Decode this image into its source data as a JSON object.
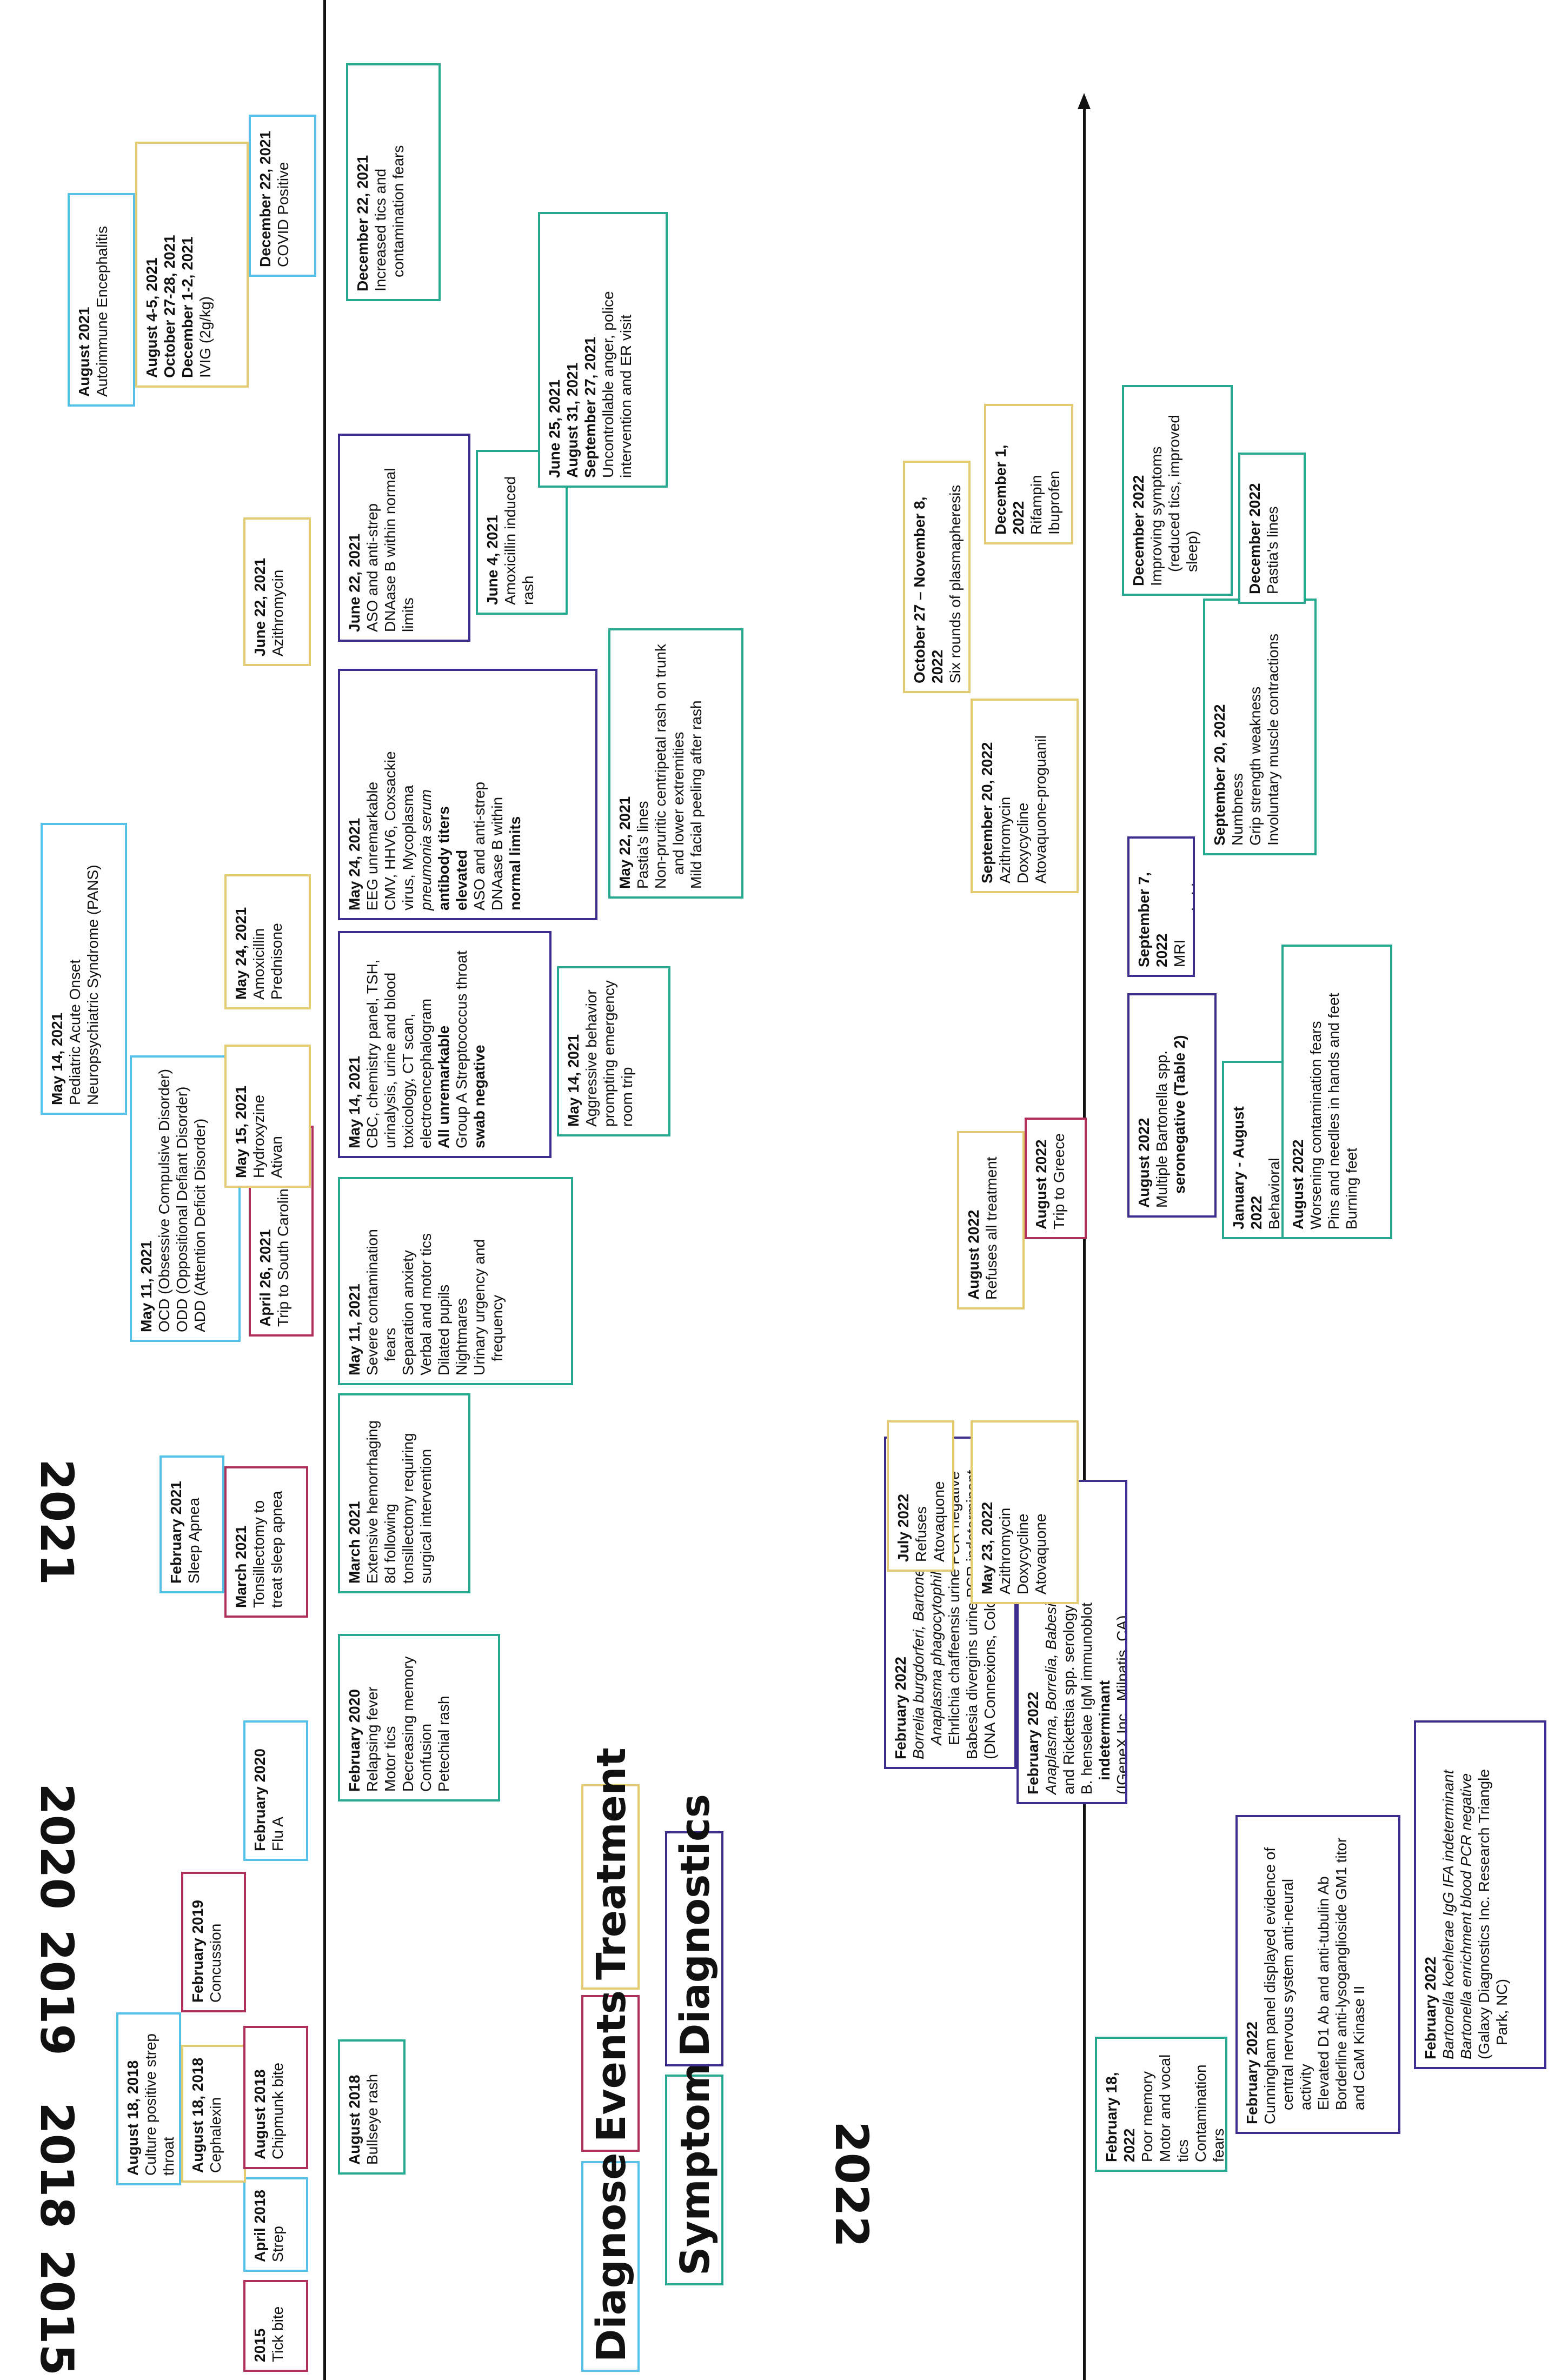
{
  "colors": {
    "diagnoses": "#55c1e8",
    "events": "#b0305c",
    "treatment": "#e2cb72",
    "symptoms": "#27a891",
    "diagnostics": "#3d2d8e"
  },
  "years": [
    "2015",
    "2018",
    "2019",
    "2020",
    "2021",
    "2022"
  ],
  "legend": {
    "diagnoses": "Diagnoses",
    "events": "Events",
    "treatment": "Treatment",
    "symptoms": "Symptoms",
    "diagnostics": "Diagnostics"
  },
  "boxes": {
    "b2015": {
      "date": "2015",
      "lines": [
        "Tick bite"
      ]
    },
    "apr2018": {
      "date": "April 2018",
      "lines": [
        "Strep"
      ]
    },
    "aug2018_strep": {
      "date": "August 18, 2018",
      "lines": [
        "Culture positive strep throat"
      ]
    },
    "aug2018_ceph": {
      "date": "August 18, 2018",
      "lines": [
        "Cephalexin"
      ]
    },
    "aug2018_chip": {
      "date": "August 2018",
      "lines": [
        "Chipmunk bite"
      ]
    },
    "aug2018_rash": {
      "date": "August 2018",
      "lines": [
        "Bullseye rash"
      ]
    },
    "feb2019": {
      "date": "February 2019",
      "lines": [
        "Concussion"
      ]
    },
    "feb2020_flu": {
      "date": "February 2020",
      "lines": [
        "Flu A"
      ]
    },
    "feb2020_sx": {
      "date": "February 2020",
      "lines": [
        "Relapsing fever",
        "Motor tics",
        "Decreasing memory",
        "Confusion",
        "Petechial rash"
      ]
    },
    "feb2021": {
      "date": "February 2021",
      "lines": [
        "Sleep Apnea"
      ]
    },
    "mar2021_tx": {
      "date": "March 2021",
      "lines": [
        "Tonsillectomy to",
        "treat sleep apnea"
      ]
    },
    "mar2021_sx": {
      "date": "March 2021",
      "lines": [
        "Extensive hemorrhaging",
        "8d following",
        "tonsillectomy requiring",
        "surgical intervention"
      ]
    },
    "apr2021": {
      "date": "April 26, 2021",
      "lines": [
        "Trip to South Carolina"
      ]
    },
    "may11_dx": {
      "date": "May 11, 2021",
      "lines": [
        "OCD (Obsessive Compulsive Disorder)",
        "ODD (Oppositional Defiant Disorder)",
        "ADD (Attention Deficit Disorder)"
      ]
    },
    "may11_sx": {
      "date": "May 11, 2021",
      "lines": [
        "Severe contamination",
        "fears",
        "Separation anxiety",
        "Verbal and motor tics",
        "Dilated pupils",
        "Nightmares",
        "Urinary urgency and",
        "frequency"
      ]
    },
    "may14_dx": {
      "date": "May 14, 2021",
      "lines": [
        "Pediatric Acute Onset",
        "Neuropsychiatric Syndrome (PANS)"
      ]
    },
    "may14_dg": {
      "date": "May 14, 2021",
      "lines": [
        "CBC, chemistry panel, TSH,",
        "urinalysis, urine and blood",
        "toxicology, CT scan,",
        "electroencephalogram",
        "All unremarkable",
        "Group A Streptococcus throat",
        "swab negative"
      ]
    },
    "may14_sx": {
      "date": "May 14, 2021",
      "lines": [
        "Aggressive behavior",
        "prompting emergency",
        "room trip"
      ]
    },
    "may15": {
      "date": "May 15, 2021",
      "lines": [
        "Hydroxyzine",
        "Ativan"
      ]
    },
    "may22": {
      "date": "May 22, 2021",
      "lines": [
        "Pastia's lines",
        "Non-pruritic centripetal rash on trunk",
        "and lower extremities",
        "Mild facial peeling after rash"
      ]
    },
    "may24_tx": {
      "date": "May 24, 2021",
      "lines": [
        "Amoxicillin",
        "Prednisone"
      ]
    },
    "may24_dg": {
      "date": "May 24, 2021",
      "lines": [
        "EEG unremarkable",
        "CMV, HHV6, Coxsackie",
        "virus, Mycoplasma",
        "pneumonia serum",
        "antibody titers",
        "elevated",
        "ASO and anti-strep",
        "DNAase B within",
        "normal limits"
      ]
    },
    "jun4": {
      "date": "June 4, 2021",
      "lines": [
        "Amoxicillin induced rash"
      ]
    },
    "jun22_tx": {
      "date": "June 22, 2021",
      "lines": [
        "Azithromycin"
      ]
    },
    "jun22_dg": {
      "date": "June 22, 2021",
      "lines": [
        "ASO and anti-strep",
        "DNAase B within normal",
        "limits"
      ]
    },
    "jun25": {
      "dates": [
        "June 25, 2021",
        "August 31, 2021",
        "September 27, 2021"
      ],
      "lines": [
        "Uncontrollable anger, police",
        "intervention and ER visit"
      ]
    },
    "aug2021_dx": {
      "date": "August 2021",
      "lines": [
        "Autoimmune Encephalitis"
      ]
    },
    "aug2021_tx": {
      "dates": [
        "August 4-5, 2021",
        "October 27-28, 2021",
        "December 1-2, 2021"
      ],
      "lines": [
        "IVIG (2g/kg)"
      ]
    },
    "dec22_dx": {
      "date": "December 22, 2021",
      "lines": [
        "COVID Positive"
      ]
    },
    "dec22_sx": {
      "date": "December 22, 2021",
      "lines": [
        "Increased tics and",
        "contamination fears"
      ]
    },
    "feb18_2022": {
      "date": "February 18, 2022",
      "lines": [
        "Poor memory",
        "Motor and vocal tics",
        "Contamination fears"
      ]
    },
    "feb2022_cun": {
      "date": "February 2022",
      "lines": [
        "Cunningham panel displayed evidence of",
        "central nervous system anti-neural",
        "activity",
        "Elevated D1 Ab and anti-tubulin Ab",
        "Borderline anti-lysoganglioside GM1 titor",
        "and CaM Kinase II"
      ]
    },
    "feb2022_bart": {
      "date": "February 2022",
      "lines": [
        "Bartonella koehlerae IgG IFA indeterminant",
        "Bartonella enrichment blood PCR negative",
        "(Galaxy Diagnostics Inc. Research Triangle",
        "Park, NC)"
      ]
    },
    "feb2022_dna": {
      "date": "February 2022",
      "lines": [
        "Borrelia burgdorferi, Bartonella species,",
        "Anaplasma phagocytophilum, and",
        "Ehrlichia chaffeensis urine PCR negative",
        "Babesia divergins urine PCR indeterminant",
        "(DNA Connexions, Colorado Springs, CO)"
      ]
    },
    "feb2022_igenex": {
      "date": "February 2022",
      "lines": [
        "Anaplasma, Borrelia, Babesia, Ehrlichia,",
        "and Rickettsia spp. serology negative",
        "B. henselae IgM immunoblot",
        "indeterminant",
        "(IGeneX Inc., Milpatis, CA)."
      ]
    },
    "may23_2022": {
      "date": "May 23, 2022",
      "lines": [
        "Azithromycin",
        "Doxycycline",
        "Atovaquone"
      ]
    },
    "jul2022": {
      "date": "July 2022",
      "lines": [
        "Refuses Atovaquone"
      ]
    },
    "aug2022_tx": {
      "date": "August 2022",
      "lines": [
        "Refuses all treatment"
      ]
    },
    "aug2022_ev": {
      "date": "August 2022",
      "lines": [
        "Trip to Greece"
      ]
    },
    "aug2022_dg": {
      "date": "August 2022",
      "lines": [
        "Multiple Bartonella spp.",
        "seronegative (Table 2)"
      ]
    },
    "janaug2022": {
      "date": "January - August 2022",
      "lines": [
        "Behavioral improvement"
      ]
    },
    "aug2022_sx": {
      "date": "August 2022",
      "lines": [
        "Worsening contamination fears",
        "Pins and needles in hands and feet",
        "Burning feet"
      ]
    },
    "sep7_2022": {
      "date": "September 7, 2022",
      "lines": [
        "MRI unremarkable"
      ]
    },
    "sep20_tx": {
      "date": "September 20, 2022",
      "lines": [
        "Azithromycin",
        "Doxycycline",
        "Atovaquone-proguanil"
      ]
    },
    "sep20_sx": {
      "date": "September 20, 2022",
      "lines": [
        "Numbness",
        "Grip strength weakness",
        "Involuntary muscle contractions"
      ]
    },
    "oct27_2022": {
      "date": "October 27 – November 8, 2022",
      "lines": [
        "Six rounds of plasmapheresis"
      ]
    },
    "dec1_2022": {
      "date": "December 1, 2022",
      "lines": [
        "Rifampin",
        "Ibuprofen"
      ]
    },
    "dec2022_sx1": {
      "date": "December 2022",
      "lines": [
        "Improving symptoms",
        "(reduced tics, improved",
        "sleep)"
      ]
    },
    "dec2022_sx2": {
      "date": "December 2022",
      "lines": [
        "Pastia's lines"
      ]
    }
  }
}
